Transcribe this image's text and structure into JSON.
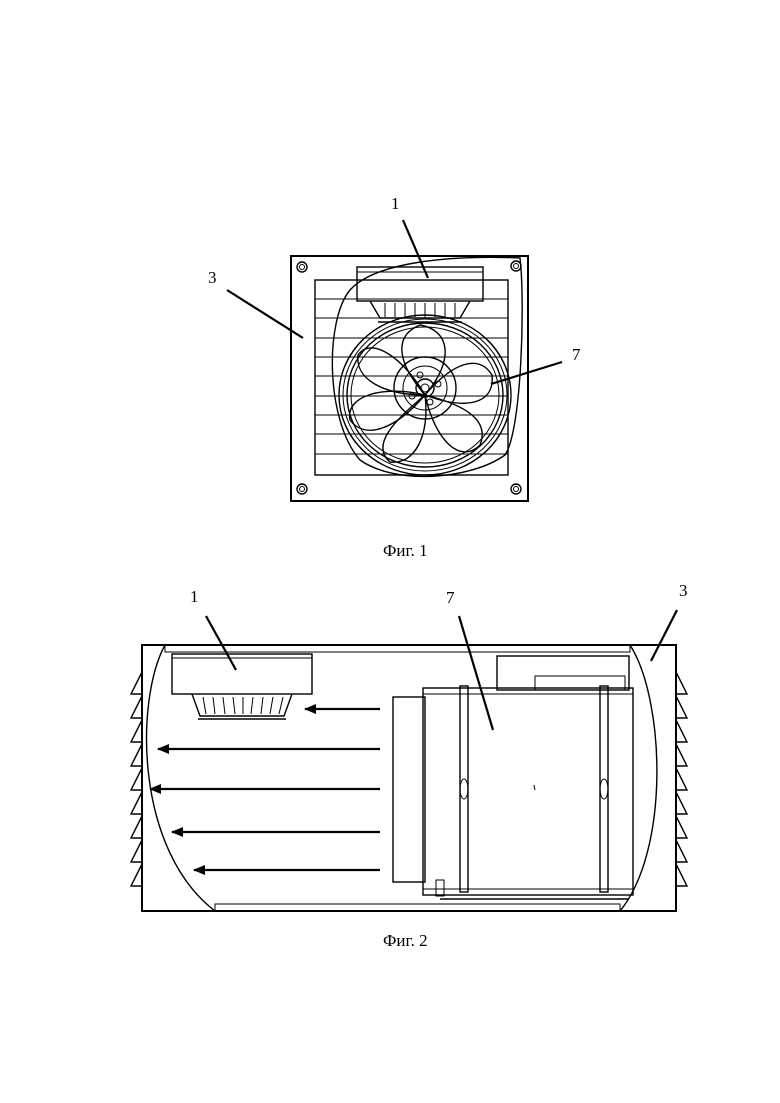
{
  "figure1": {
    "caption": "Фиг. 1",
    "labels": {
      "l1": "1",
      "l3": "3",
      "l7": "7"
    }
  },
  "figure2": {
    "caption": "Фиг. 2",
    "labels": {
      "l1": "1",
      "l3": "3",
      "l7": "7"
    }
  }
}
